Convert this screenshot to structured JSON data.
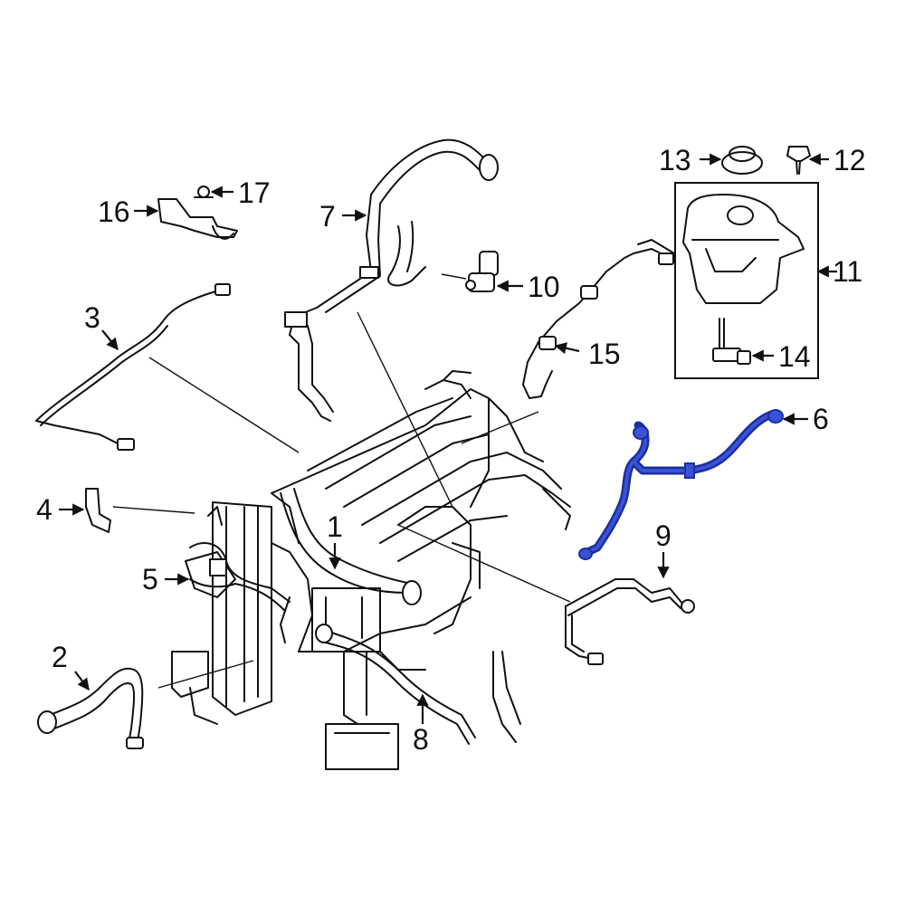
{
  "diagram": {
    "highlight_color": "#2a3fbf",
    "line_color": "#111111",
    "callouts": [
      {
        "id": "c1",
        "label": "1"
      },
      {
        "id": "c2",
        "label": "2"
      },
      {
        "id": "c3",
        "label": "3"
      },
      {
        "id": "c4",
        "label": "4"
      },
      {
        "id": "c5",
        "label": "5"
      },
      {
        "id": "c6",
        "label": "6"
      },
      {
        "id": "c7",
        "label": "7"
      },
      {
        "id": "c8",
        "label": "8"
      },
      {
        "id": "c9",
        "label": "9"
      },
      {
        "id": "c10",
        "label": "10"
      },
      {
        "id": "c11",
        "label": "11"
      },
      {
        "id": "c12",
        "label": "12"
      },
      {
        "id": "c13",
        "label": "13"
      },
      {
        "id": "c14",
        "label": "14"
      },
      {
        "id": "c15",
        "label": "15"
      },
      {
        "id": "c16",
        "label": "16"
      },
      {
        "id": "c17",
        "label": "17"
      }
    ]
  }
}
